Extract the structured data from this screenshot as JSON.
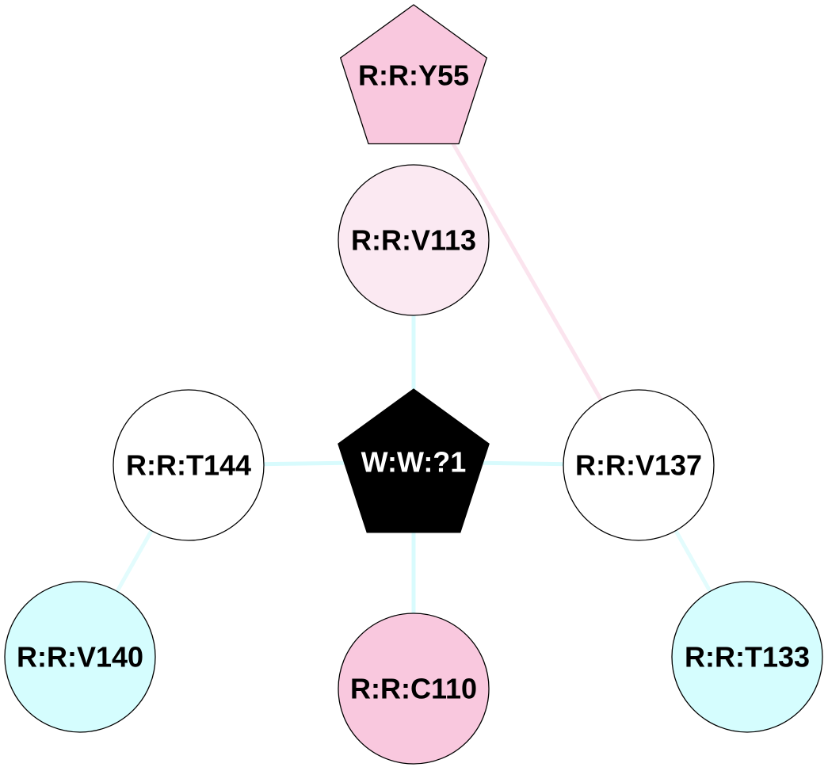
{
  "diagram": {
    "type": "residue-interaction-network",
    "nodes": [
      {
        "id": "Y55",
        "label": "R:R:Y55",
        "shape": "pentagon",
        "fill": "#f9c8de",
        "text_color": "#000000"
      },
      {
        "id": "V113",
        "label": "R:R:V113",
        "shape": "circle",
        "fill": "#fbe9f2",
        "text_color": "#000000"
      },
      {
        "id": "T144",
        "label": "R:R:T144",
        "shape": "circle",
        "fill": "#ffffff",
        "text_color": "#000000"
      },
      {
        "id": "W1",
        "label": "W:W:?1",
        "shape": "pentagon",
        "fill": "#000000",
        "text_color": "#ffffff"
      },
      {
        "id": "V137",
        "label": "R:R:V137",
        "shape": "circle",
        "fill": "#ffffff",
        "text_color": "#000000"
      },
      {
        "id": "V140",
        "label": "R:R:V140",
        "shape": "circle",
        "fill": "#d5fdfe",
        "text_color": "#000000"
      },
      {
        "id": "C110",
        "label": "R:R:C110",
        "shape": "circle",
        "fill": "#f9c8de",
        "text_color": "#000000"
      },
      {
        "id": "T133",
        "label": "R:R:T133",
        "shape": "circle",
        "fill": "#d5fdfe",
        "text_color": "#000000"
      }
    ],
    "edges": [
      {
        "source": "W1",
        "target": "V113",
        "color": "#d8fbfd"
      },
      {
        "source": "W1",
        "target": "T144",
        "color": "#d8fbfd"
      },
      {
        "source": "W1",
        "target": "V137",
        "color": "#d8fbfd"
      },
      {
        "source": "W1",
        "target": "C110",
        "color": "#d8fbfd"
      },
      {
        "source": "T144",
        "target": "V140",
        "color": "#e3fcfd"
      },
      {
        "source": "V137",
        "target": "T133",
        "color": "#e3fcfd"
      },
      {
        "source": "Y55",
        "target": "V137",
        "color": "#fbe4ee"
      }
    ]
  }
}
